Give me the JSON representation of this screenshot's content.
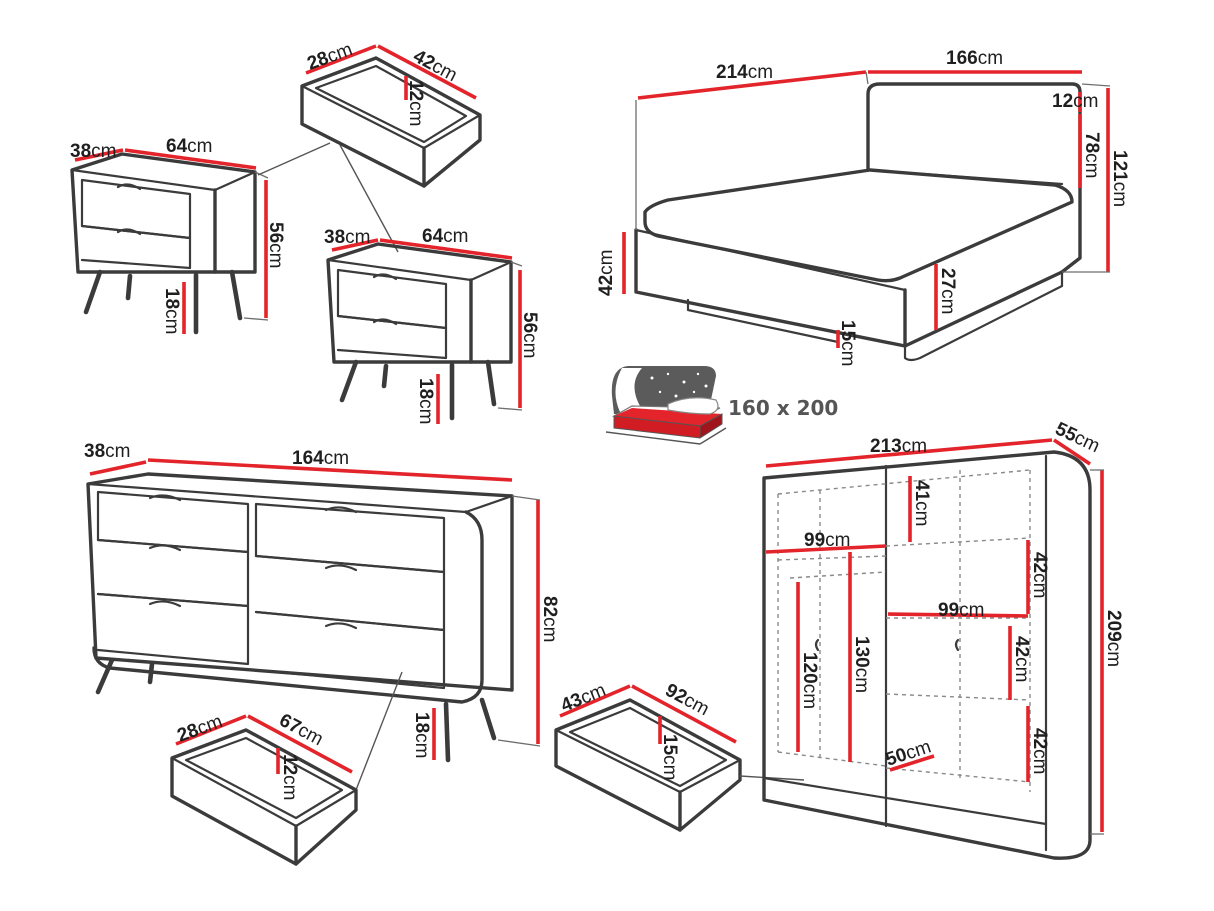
{
  "labels": {
    "n1_depth": "38",
    "n1_width": "64",
    "n1_height": "56",
    "n1_legs": "18",
    "n1d_depth": "28",
    "n1d_width": "42",
    "n1d_height": "12",
    "n2_depth": "38",
    "n2_width": "64",
    "n2_height": "56",
    "n2_legs": "18",
    "bed_length": "214",
    "bed_width": "166",
    "bed_head_thick": "12",
    "bed_head_h": "78",
    "bed_total_h": "121",
    "bed_side_h": "42",
    "bed_frame_h": "27",
    "bed_clear": "15",
    "ch_depth": "38",
    "ch_width": "164",
    "ch_height": "82",
    "ch_legs": "18",
    "chd_depth": "28",
    "chd_width": "67",
    "chd_height": "12",
    "bd_depth": "43",
    "bd_width": "92",
    "bd_height": "15",
    "wr_width": "213",
    "wr_depth": "55",
    "wr_height": "209",
    "wr_top": "41",
    "wr_shelf_a": "42",
    "wr_shelf_b": "42",
    "wr_shelf_c": "42",
    "wr_rail_w": "99",
    "wr_shelf_w": "99",
    "wr_inner_d": "50",
    "wr_hang_a": "120",
    "wr_hang_b": "130"
  },
  "unit": "cm",
  "mattress": {
    "size": "160 x 200"
  },
  "colors": {
    "dimension": "#e3242b",
    "outline": "#3b3b3b",
    "mattress": "#e3242b",
    "night": "#5b5b5b"
  }
}
